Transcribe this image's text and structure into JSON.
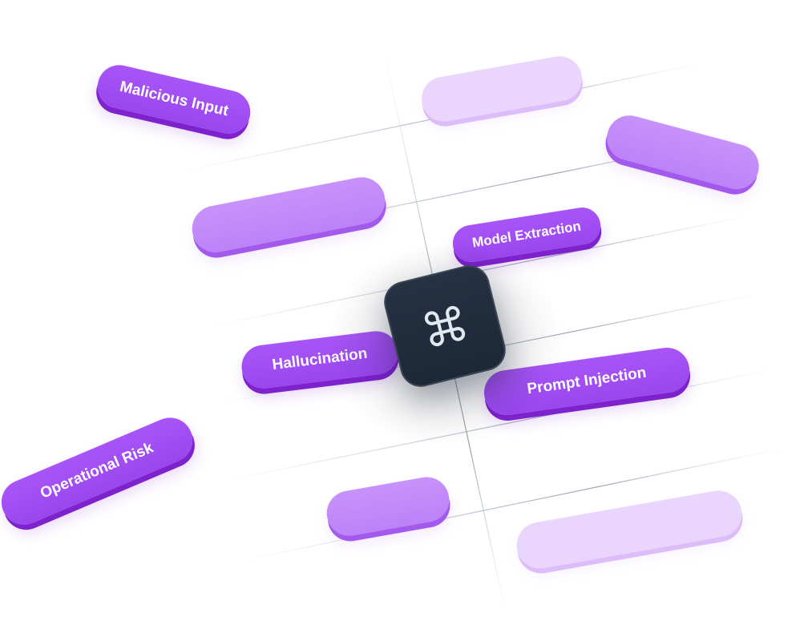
{
  "labels": {
    "malicious_input": "Malicious Input",
    "model_extraction": "Model Extraction",
    "hallucination": "Hallucination",
    "prompt_injection": "Prompt Injection",
    "operational_risk": "Operational Risk"
  },
  "icons": {
    "center_key": "command-icon"
  },
  "colors": {
    "pill_strong": "#a855f7",
    "pill_mid": "#c792fa",
    "pill_soft": "#ead5fc",
    "key_background": "#1f2a3a",
    "icon_stroke": "#e2e8f0"
  }
}
